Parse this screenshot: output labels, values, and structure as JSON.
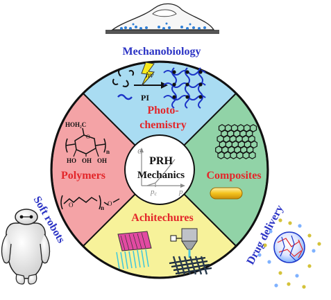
{
  "outer_labels": {
    "top": "Mechanobiology",
    "left": "Soft robots",
    "right": "Drug delivery"
  },
  "center": {
    "line1": "PRH",
    "line2": "Mechanics",
    "axis_y": "G",
    "axis_x": "p",
    "critical": "p",
    "critical_sub": "c"
  },
  "segments": {
    "top": {
      "label_line1": "Photo-",
      "label_line2": "chemistry",
      "hv": "hv",
      "pi": "PI",
      "color": "#a9dcf2"
    },
    "left": {
      "label": "Polymers",
      "color": "#f4a3a6",
      "hydroxymethyl": "HOH₂C",
      "oh_left": "HO",
      "oh_mid": "OH",
      "oh_right": "OH",
      "n1": "n",
      "o_ring": "O",
      "o1": "O",
      "o2": "O",
      "n2": "n"
    },
    "right": {
      "label": "Composites",
      "color": "#91d3a7"
    },
    "bottom": {
      "label": "Achitechures",
      "color": "#f7f29a"
    }
  },
  "colors": {
    "segment_label": "#e3262a",
    "outer_label": "#2a32c4",
    "wave": "#1b34c8",
    "bar": "#f2c021"
  }
}
